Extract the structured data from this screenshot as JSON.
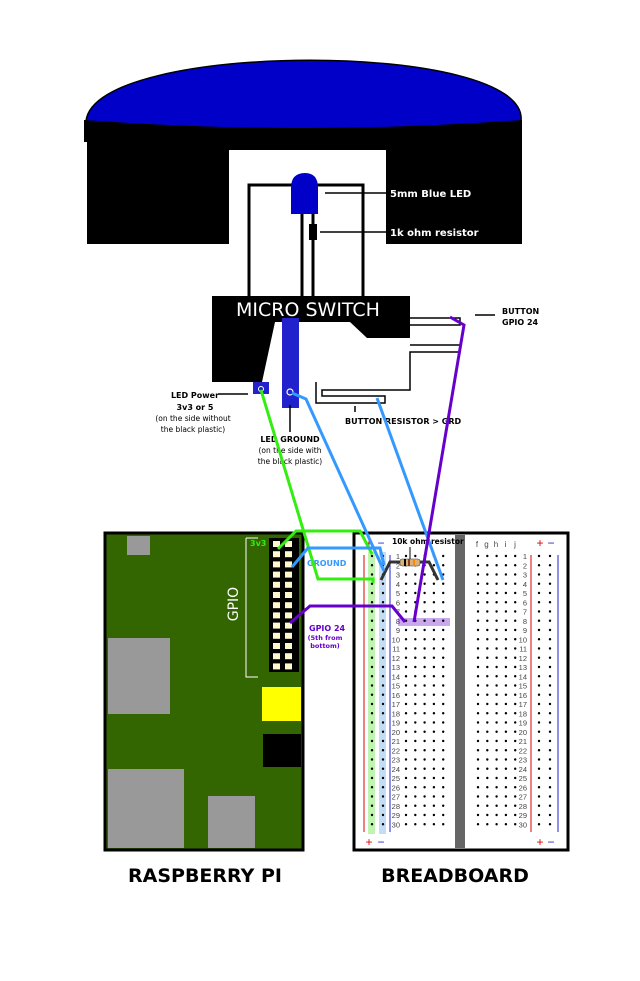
{
  "title": "Raspberry Pi LED Button Wiring Diagram",
  "button_labels": {
    "led": "5mm Blue LED",
    "resistor": "1k ohm resistor",
    "switch": "MICRO SWITCH",
    "button_gpio_line1": "BUTTON",
    "button_gpio_line2": "GPIO 24",
    "led_power_line1": "LED Power",
    "led_power_line2": "3v3 or 5",
    "led_power_line3": "(on the side without",
    "led_power_line4": "the black plastic)",
    "led_ground_line1": "LED GROUND",
    "led_ground_line2": "(on the side with",
    "led_ground_line3": "the black plastic)",
    "button_resistor": "BUTTON RESISTOR > GRD"
  },
  "pi": {
    "gpio_label": "GPIO",
    "pin_3v3": "3v3",
    "pin_ground": "GROUND",
    "pin_gpio24_line1": "GPIO 24",
    "pin_gpio24_line2": "(5th from",
    "pin_gpio24_line3": "bottom)",
    "caption": "RASPBERRY PI"
  },
  "breadboard": {
    "resistor_label": "10k ohm resistor",
    "columns_right": [
      "f",
      "g",
      "h",
      "i",
      "j"
    ],
    "rows": 30,
    "plus": "+",
    "minus": "−",
    "caption": "BREADBOARD"
  },
  "colors": {
    "button_blue": "#0000c8",
    "pcb_green": "#336600",
    "wire_green": "#33ee11",
    "wire_blue": "#3399ff",
    "wire_purple": "#6600cc",
    "rail_red": "#dd0000",
    "rail_blue": "#2222cc",
    "highlight_purple": "#c9a8ec"
  }
}
